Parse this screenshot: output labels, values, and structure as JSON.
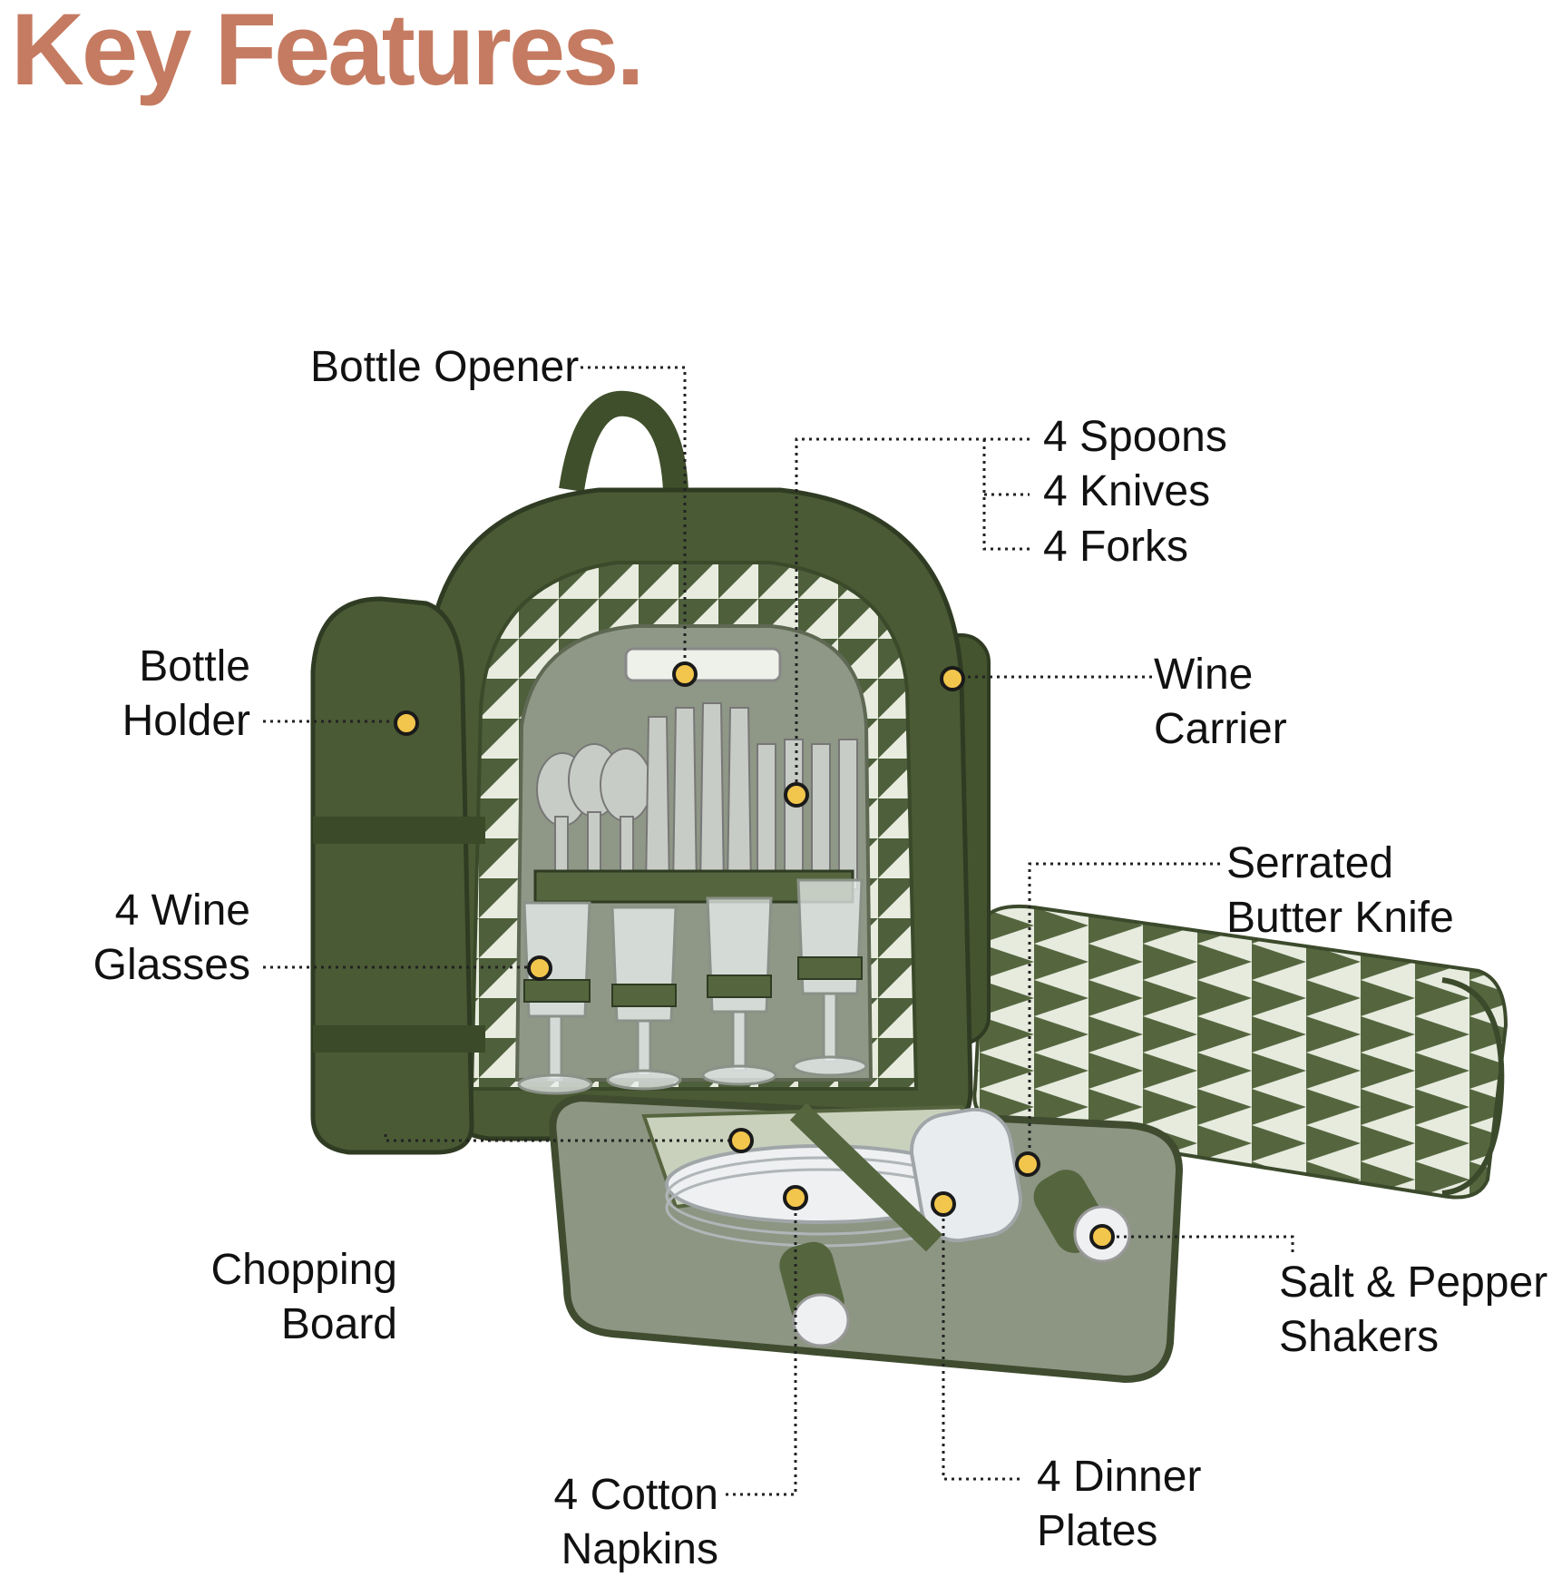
{
  "title": "Key Features.",
  "colors": {
    "title": "#c57b61",
    "bag_green": "#4a5a34",
    "bag_green_dark": "#2f3b22",
    "lining": "#8f9786",
    "pattern_light": "#e8ecdf",
    "callout_dot": "#f2c64c",
    "leader_line": "#222222"
  },
  "labels": {
    "bottle_opener": "Bottle Opener",
    "cutlery": [
      "4 Spoons",
      "4 Knives",
      "4 Forks"
    ],
    "bottle_holder": "Bottle\nHolder",
    "wine_carrier": "Wine\nCarrier",
    "wine_glasses": "4 Wine\nGlasses",
    "butter_knife": "Serrated\nButter Knife",
    "chopping_board": "Chopping\nBoard",
    "salt_pepper": "Salt & Pepper\nShakers",
    "napkins": "4 Cotton\nNapkins",
    "dinner_plates": "4 Dinner\nPlates"
  },
  "icons": [
    "callout-dot-icon"
  ]
}
